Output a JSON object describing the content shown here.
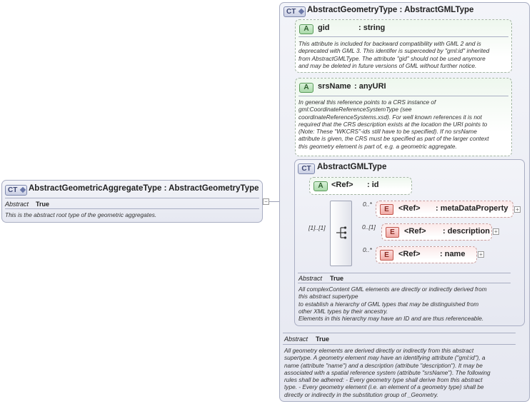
{
  "left_box": {
    "badge": "CT",
    "title": "AbstractGeometricAggregateType : AbstractGeometryType",
    "abstract_label": "Abstract",
    "abstract_value": "True",
    "doc": "This is the abstract root type of the geometric aggregates.",
    "collapse_symbol": "−"
  },
  "geometry_box": {
    "badge": "CT",
    "title": "AbstractGeometryType : AbstractGMLType",
    "abstract_label": "Abstract",
    "abstract_value": "True",
    "doc": "All geometry elements are derived directly or indirectly from this abstract\nsupertype. A geometry element may have an identifying attribute (\"gml:id\"), a\nname (attribute \"name\") and a description (attribute \"description\"). It may be\nassociated with a spatial reference system (attribute \"srsName\"). The following\nrules shall be adhered: - Every geometry type shall derive from this abstract\ntype. - Every geometry element (i.e. an element of a geometry type) shall be\ndirectly or indirectly in the substitution group of _Geometry."
  },
  "attributes": [
    {
      "badge": "A",
      "name": "gid",
      "type": ": string",
      "doc": "This attribute is included for backward compatibility with GML 2 and is\ndeprecated with GML 3. This identifer is superceded by \"gml:id\" inherited\nfrom AbstractGMLType. The attribute \"gid\" should not be used anymore\nand may be deleted in future versions of GML without further notice."
    },
    {
      "badge": "A",
      "name": "srsName",
      "type": ": anyURI",
      "doc": "In general this reference points to a CRS instance of\ngml:CoordinateReferenceSystemType (see\ncoordinateReferenceSystems.xsd). For well known references it is not\nrequired that the CRS description exists at the location the URI points to\n(Note: These \"WKCRS\"-ids still have to be specified).  If no srsName\nattribute is given, the CRS must be specified as part of the larger context\nthis geometry element is part of, e.g. a geometric aggregate."
    }
  ],
  "gml_box": {
    "badge": "CT",
    "title": "AbstractGMLType",
    "id_attr": {
      "badge": "A",
      "name": "<Ref>",
      "type": ": id"
    },
    "sequence_cardinality": "[1]..[1]",
    "elements": [
      {
        "badge": "E",
        "cardinality": "0..*",
        "name": "<Ref>",
        "type": ": metaDataProperty",
        "plus": "+"
      },
      {
        "badge": "E",
        "cardinality": "0..[1]",
        "name": "<Ref>",
        "type": ": description",
        "plus": "+"
      },
      {
        "badge": "E",
        "cardinality": "0..*",
        "name": "<Ref>",
        "type": ": name",
        "plus": "+"
      }
    ],
    "abstract_label": "Abstract",
    "abstract_value": "True",
    "doc": "All complexContent GML elements are directly or indirectly derived from\nthis abstract supertype\nto establish a hierarchy of GML types that may be distinguished from\nother XML types by their ancestry.\nElements in this hierarchy may have an ID and are thus referenceable."
  },
  "icons": {
    "complex_type": "complex-type-icon",
    "attribute": "attribute-icon",
    "element": "element-icon",
    "sequence": "sequence-compositor-icon"
  }
}
